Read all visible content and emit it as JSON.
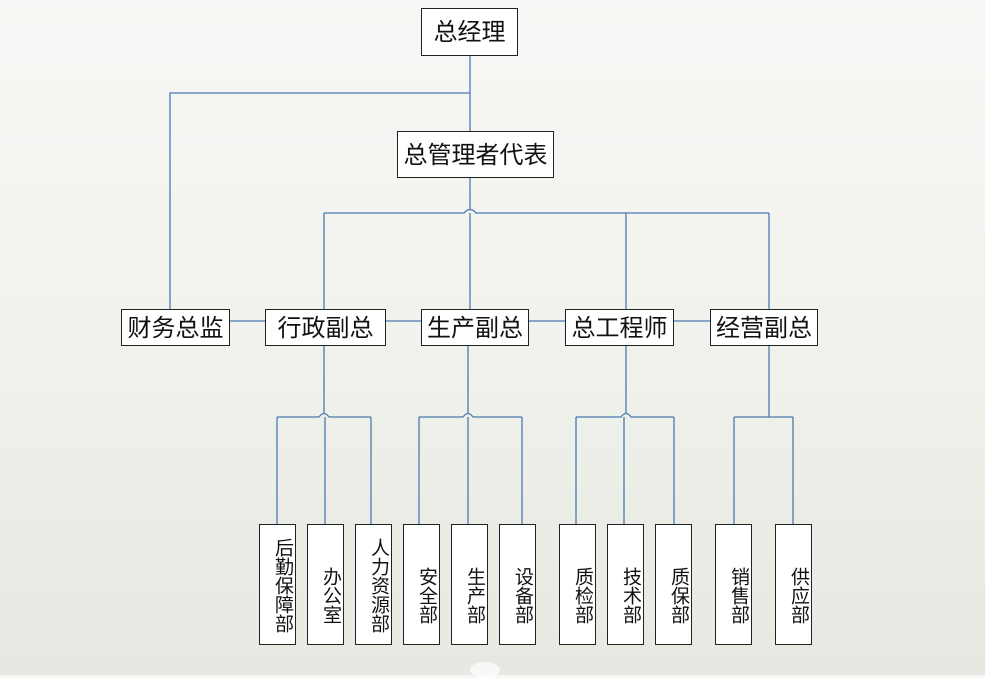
{
  "diagram": {
    "top": "总经理",
    "management_rep": "总管理者代表",
    "cfo": "财务总监",
    "vp_admin": "行政副总",
    "vp_production": "生产副总",
    "chief_engineer": "总工程师",
    "vp_business": "经营副总",
    "departments": {
      "logistics": "后勤保障部",
      "office": "办公室",
      "hr": "人力资源部",
      "safety": "安全部",
      "production": "生产部",
      "equipment": "设备部",
      "quality_inspection": "质检部",
      "technology": "技术部",
      "quality_assurance": "质保部",
      "sales": "销售部",
      "supply": "供应部"
    },
    "line_color": "#4a7ab0"
  }
}
